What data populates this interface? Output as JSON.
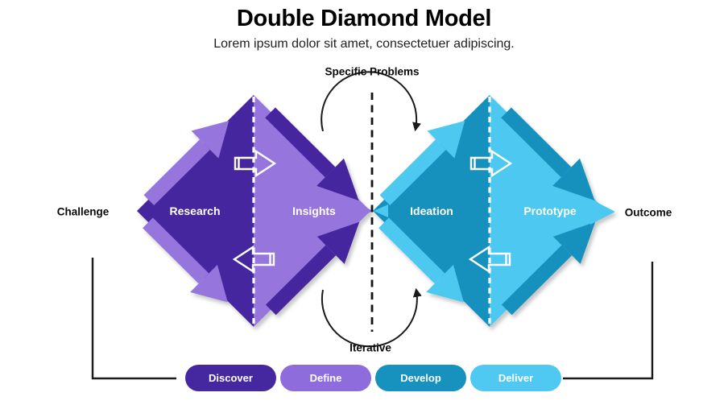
{
  "header": {
    "title": "Double Diamond Model",
    "subtitle": "Lorem ipsum dolor sit amet, consectetuer adipiscing."
  },
  "annotations": {
    "top": "Specific Problems",
    "bottom": "Iterative",
    "left": "Challenge",
    "right": "Outcome"
  },
  "diamonds": {
    "design": {
      "diverge": "Research",
      "converge": "Insights"
    },
    "delivery": {
      "diverge": "Ideation",
      "converge": "Prototype"
    }
  },
  "phases": [
    {
      "label": "Discover",
      "color": "#4527A0"
    },
    {
      "label": "Define",
      "color": "#8F6CDB"
    },
    {
      "label": "Develop",
      "color": "#1791BE"
    },
    {
      "label": "Deliver",
      "color": "#4FC9F1"
    }
  ],
  "colors": {
    "purple_dark": "#44289E",
    "purple_light": "#9674DC",
    "blue_dark": "#1791BE",
    "blue_light": "#4EC8F0",
    "line": "#1A1A1A"
  }
}
